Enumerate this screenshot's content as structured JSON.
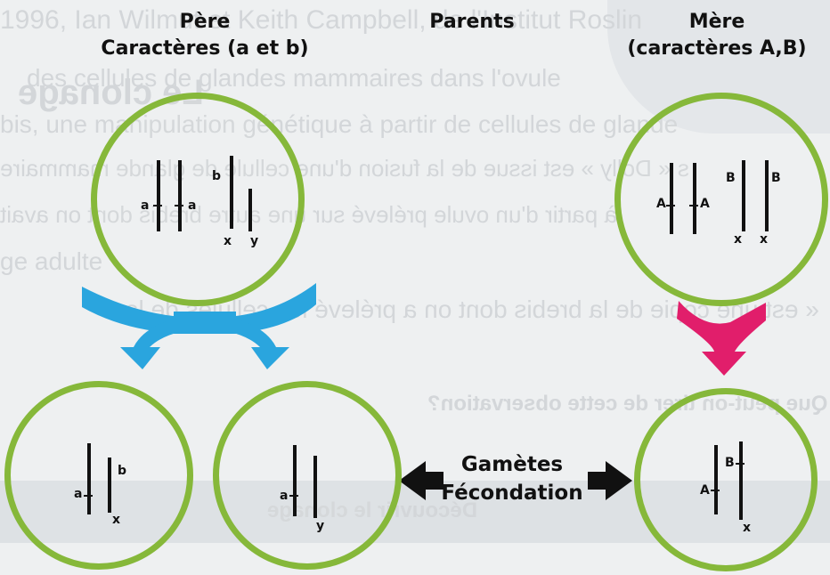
{
  "labels": {
    "father_title": "Père",
    "father_subtitle": "Caractères (a et b)",
    "parents": "Parents",
    "mother_title": "Mère",
    "mother_subtitle": "(caractères A,B)",
    "gametes": "Gamètes",
    "fecondation": "Fécondation"
  },
  "father_cell": {
    "genes": [
      "a",
      "a",
      "b",
      "x",
      "y"
    ]
  },
  "mother_cell": {
    "genes": [
      "A",
      "A",
      "B",
      "B",
      "x",
      "x"
    ]
  },
  "gamete_1": {
    "genes": [
      "a",
      "b",
      "x"
    ]
  },
  "gamete_2": {
    "genes": [
      "a",
      "y"
    ]
  },
  "gamete_3": {
    "genes": [
      "A",
      "B",
      "x"
    ]
  },
  "colors": {
    "cell_border": "#86b83a",
    "father_arrow": "#2aa5de",
    "mother_arrow": "#e11e6b",
    "black_arrow": "#111111"
  },
  "icons": [
    "split-arrow-icon",
    "down-arrow-icon",
    "left-arrow-icon",
    "right-arrow-icon"
  ]
}
